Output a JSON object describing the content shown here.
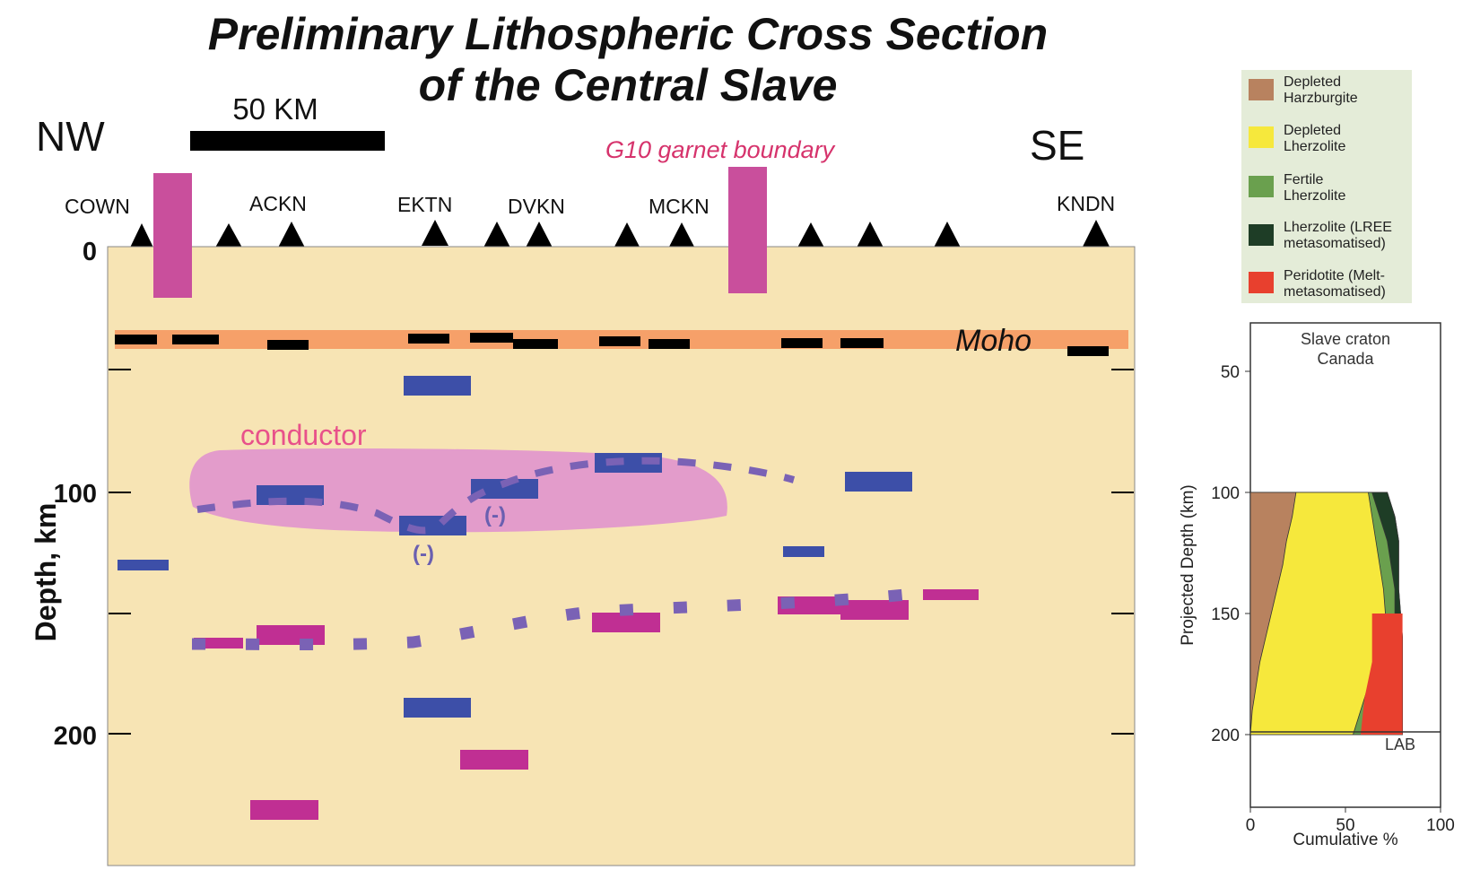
{
  "title": {
    "line1": "Preliminary Lithospheric Cross Section",
    "line2": "of the Central Slave"
  },
  "scale_bar": {
    "label": "50 KM",
    "length_km": 50
  },
  "directions": {
    "left": "NW",
    "right": "SE"
  },
  "g10_label": "G10 garnet boundary",
  "moho_label": "Moho",
  "conductor_label": "conductor",
  "minus_label": "(-)",
  "stations": [
    "COWN",
    "ACKN",
    "EKTN",
    "DVKN",
    "MCKN",
    "KNDN"
  ],
  "y_axis": {
    "label": "Depth, km",
    "ticks": [
      "0",
      "100",
      "200"
    ]
  },
  "legend": [
    {
      "line1": "Depleted",
      "line2": "Harzburgite",
      "color": "#b8825f"
    },
    {
      "line1": "Depleted",
      "line2": "Lherzolite",
      "color": "#f6e83c"
    },
    {
      "line1": "Fertile",
      "line2": "Lherzolite",
      "color": "#6aa04e"
    },
    {
      "line1": "Lherzolite (LREE",
      "line2": "metasomatised)",
      "color": "#1e3d26"
    },
    {
      "line1": "Peridotite (Melt-",
      "line2": "metasomatised)",
      "color": "#e8402e"
    }
  ],
  "colors": {
    "section_bg": "#f7e4b4",
    "moho_band": "#f6a069",
    "conductor": "#e39ccb",
    "g10_bar": "#c94f9c",
    "blue_box": "#3d4fa8",
    "magenta_box": "#c02f93",
    "dots": "#7a62b5"
  },
  "chart_data": {
    "type": "area",
    "title": "Slave craton Canada",
    "title_line1": "Slave craton",
    "title_line2": "Canada",
    "xlabel": "Cumulative %",
    "ylabel": "Projected Depth (km)",
    "xlim": [
      0,
      100
    ],
    "ylim": [
      230,
      30
    ],
    "x_ticks": [
      "0",
      "50",
      "100"
    ],
    "y_ticks": [
      "50",
      "100",
      "150",
      "200"
    ],
    "annotation": "LAB",
    "depth": [
      100,
      110,
      120,
      130,
      140,
      150,
      160,
      170,
      180,
      190,
      200
    ],
    "series": [
      {
        "name": "Depleted Harzburgite",
        "values": [
          24,
          22,
          19,
          17,
          14,
          11,
          8,
          5,
          3,
          1,
          0
        ]
      },
      {
        "name": "Depleted Lherzolite",
        "values": [
          62,
          64,
          66,
          68,
          70,
          71,
          70,
          66,
          62,
          58,
          54
        ]
      },
      {
        "name": "Fertile Lherzolite",
        "values": [
          64,
          68,
          72,
          74,
          76,
          76,
          75,
          74,
          72,
          70,
          68
        ]
      },
      {
        "name": "Lherzolite (LREE metasomatised)",
        "values": [
          72,
          76,
          78,
          78,
          78,
          79,
          80,
          80,
          80,
          80,
          80
        ]
      },
      {
        "name": "Peridotite (Melt-metasomatised)",
        "values": [
          72,
          76,
          78,
          78,
          78,
          79,
          80,
          80,
          80,
          80,
          80
        ]
      }
    ]
  }
}
